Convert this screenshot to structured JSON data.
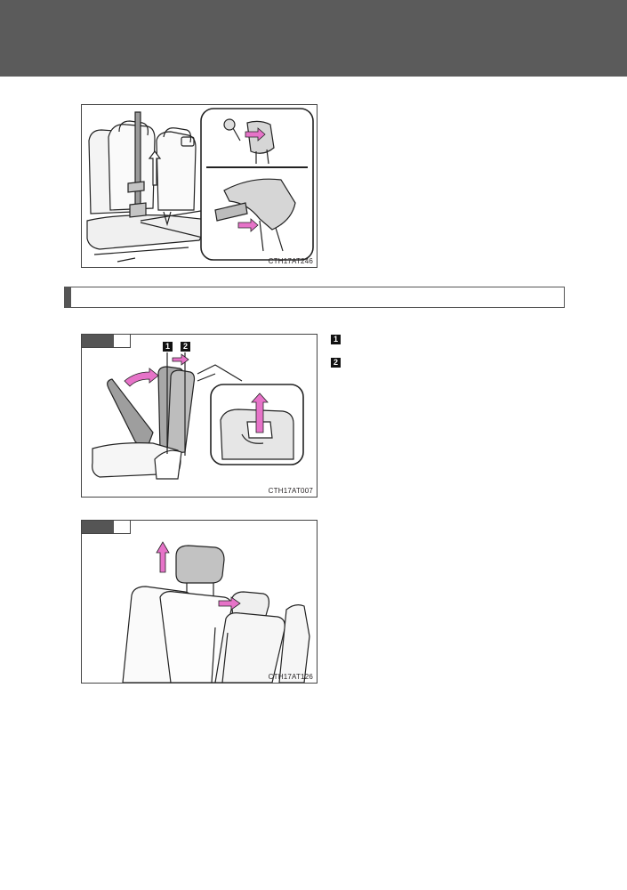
{
  "figures": {
    "fig1": {
      "code": "CTH17AT246"
    },
    "fig2": {
      "code": "CTH17AT007",
      "callouts": [
        "1",
        "2"
      ]
    },
    "fig3": {
      "code": "CTH17AT126"
    }
  },
  "legend": [
    {
      "number": "1"
    },
    {
      "number": "2"
    }
  ]
}
